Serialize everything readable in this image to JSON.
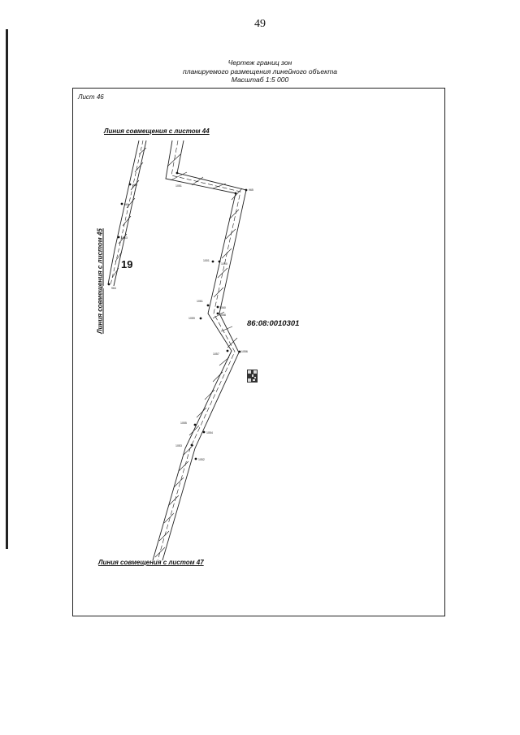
{
  "page_number": "49",
  "title": {
    "line1": "Чертеж границ зон",
    "line2": "планируемого размещения линейного объекта",
    "line3": "Масштаб 1:5 000"
  },
  "sheet_label": "Лист 46",
  "match_lines": {
    "top": "Линия совмещения с листом 44",
    "left": "Линия совмещения с листом 45",
    "bottom": "Линия совмещения с листом 47"
  },
  "parcel_number": "19",
  "cadastral_block": "86:08:0010301",
  "point_labels": [
    "960",
    "961",
    "1063",
    "964",
    "965",
    "1000",
    "1001",
    "1061",
    "1060",
    "1059",
    "1058",
    "1057",
    "1056",
    "1055",
    "1054",
    "1053",
    "1052",
    "1051"
  ]
}
